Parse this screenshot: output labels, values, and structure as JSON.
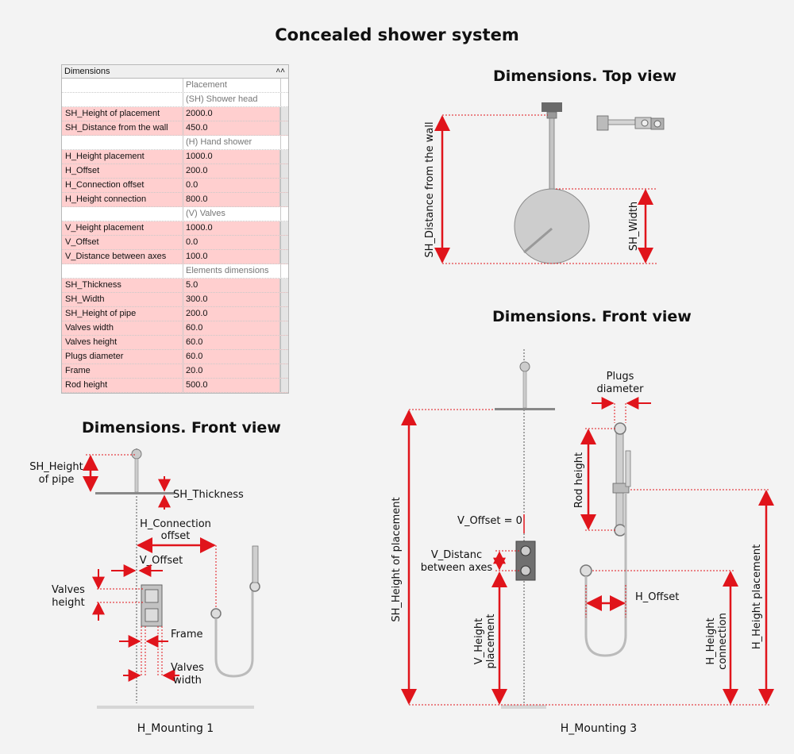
{
  "title": "Concealed shower system",
  "table": {
    "header": "Dimensions",
    "collapse_icon": "double-chevron-up-icon",
    "rows": [
      {
        "type": "group",
        "name": "",
        "value": "Placement"
      },
      {
        "type": "group",
        "name": "",
        "value": "(SH) Shower head"
      },
      {
        "type": "param",
        "name": "SH_Height of placement",
        "value": "2000.0"
      },
      {
        "type": "param",
        "name": "SH_Distance from the wall",
        "value": "450.0"
      },
      {
        "type": "group",
        "name": "",
        "value": "(H) Hand shower"
      },
      {
        "type": "param",
        "name": "H_Height placement",
        "value": "1000.0"
      },
      {
        "type": "param",
        "name": "H_Offset",
        "value": "200.0"
      },
      {
        "type": "param",
        "name": "H_Connection offset",
        "value": "0.0"
      },
      {
        "type": "param",
        "name": "H_Height connection",
        "value": "800.0"
      },
      {
        "type": "group",
        "name": "",
        "value": "(V) Valves"
      },
      {
        "type": "param",
        "name": "V_Height placement",
        "value": "1000.0"
      },
      {
        "type": "param",
        "name": "V_Offset",
        "value": "0.0"
      },
      {
        "type": "param",
        "name": "V_Distance between axes",
        "value": "100.0"
      },
      {
        "type": "group",
        "name": "",
        "value": "Elements dimensions"
      },
      {
        "type": "param",
        "name": "SH_Thickness",
        "value": "5.0"
      },
      {
        "type": "param",
        "name": "SH_Width",
        "value": "300.0"
      },
      {
        "type": "param",
        "name": "SH_Height of pipe",
        "value": "200.0"
      },
      {
        "type": "param",
        "name": "Valves width",
        "value": "60.0"
      },
      {
        "type": "param",
        "name": "Valves height",
        "value": "60.0"
      },
      {
        "type": "param",
        "name": "Plugs diameter",
        "value": "60.0"
      },
      {
        "type": "param",
        "name": "Frame",
        "value": "20.0"
      },
      {
        "type": "param",
        "name": "Rod height",
        "value": "500.0"
      }
    ]
  },
  "top_view": {
    "title": "Dimensions. Top view",
    "label_distance": "SH_Distance from the wall",
    "label_width": "SH_Width"
  },
  "front_view_left": {
    "title": "Dimensions. Front view",
    "sh_height_pipe_1": "SH_Height",
    "sh_height_pipe_2": "of pipe",
    "sh_thickness": "SH_Thickness",
    "h_connection_1": "H_Connection",
    "h_connection_2": "offset",
    "v_offset": "V_Offset",
    "valves_height_1": "Valves",
    "valves_height_2": "height",
    "frame": "Frame",
    "valves_width_1": "Valves",
    "valves_width_2": "width",
    "caption": "H_Mounting 1"
  },
  "front_view_right": {
    "title": "Dimensions. Front view",
    "plugs_1": "Plugs",
    "plugs_2": "diameter",
    "rod_height": "Rod height",
    "v_offset0": "V_Offset = 0",
    "v_distanc_1": "V_Distanc",
    "v_distanc_2": "between axes",
    "sh_height_placement": "SH_Height of placement",
    "h_offset": "H_Offset",
    "v_height_1": "V_Height",
    "v_height_2": "placement",
    "h_height_conn_1": "H_Height",
    "h_height_conn_2": "connection",
    "h_height_placement": "H_Height placement",
    "caption": "H_Mounting 3"
  },
  "colors": {
    "accent_red": "#e0141b",
    "param_row": "#ffcfcf",
    "fixture_gray": "#9a9a9a"
  }
}
